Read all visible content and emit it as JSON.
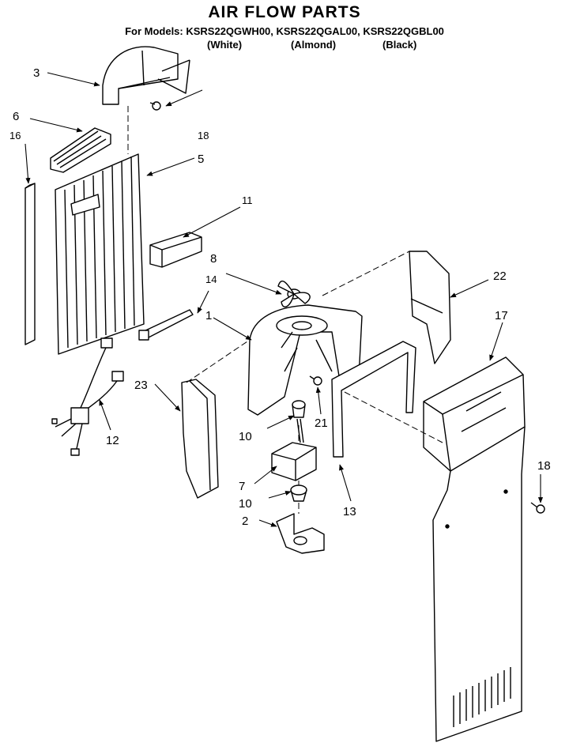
{
  "diagram": {
    "title": "AIR FLOW PARTS",
    "models_line": "For Models: KSRS22QGWH00, KSRS22QGAL00, KSRS22QGBL00",
    "finishes": [
      "(White)",
      "(Almond)",
      "(Black)"
    ],
    "callouts": {
      "p1": "1",
      "p2": "2",
      "p3": "3",
      "p5": "5",
      "p6": "6",
      "p7": "7",
      "p8": "8",
      "p10a": "10",
      "p10b": "10",
      "p11": "11",
      "p12": "12",
      "p13": "13",
      "p14": "14",
      "p16": "16",
      "p17": "17",
      "p18a": "18",
      "p18b": "18",
      "p21": "21",
      "p22": "22",
      "p23": "23"
    }
  }
}
